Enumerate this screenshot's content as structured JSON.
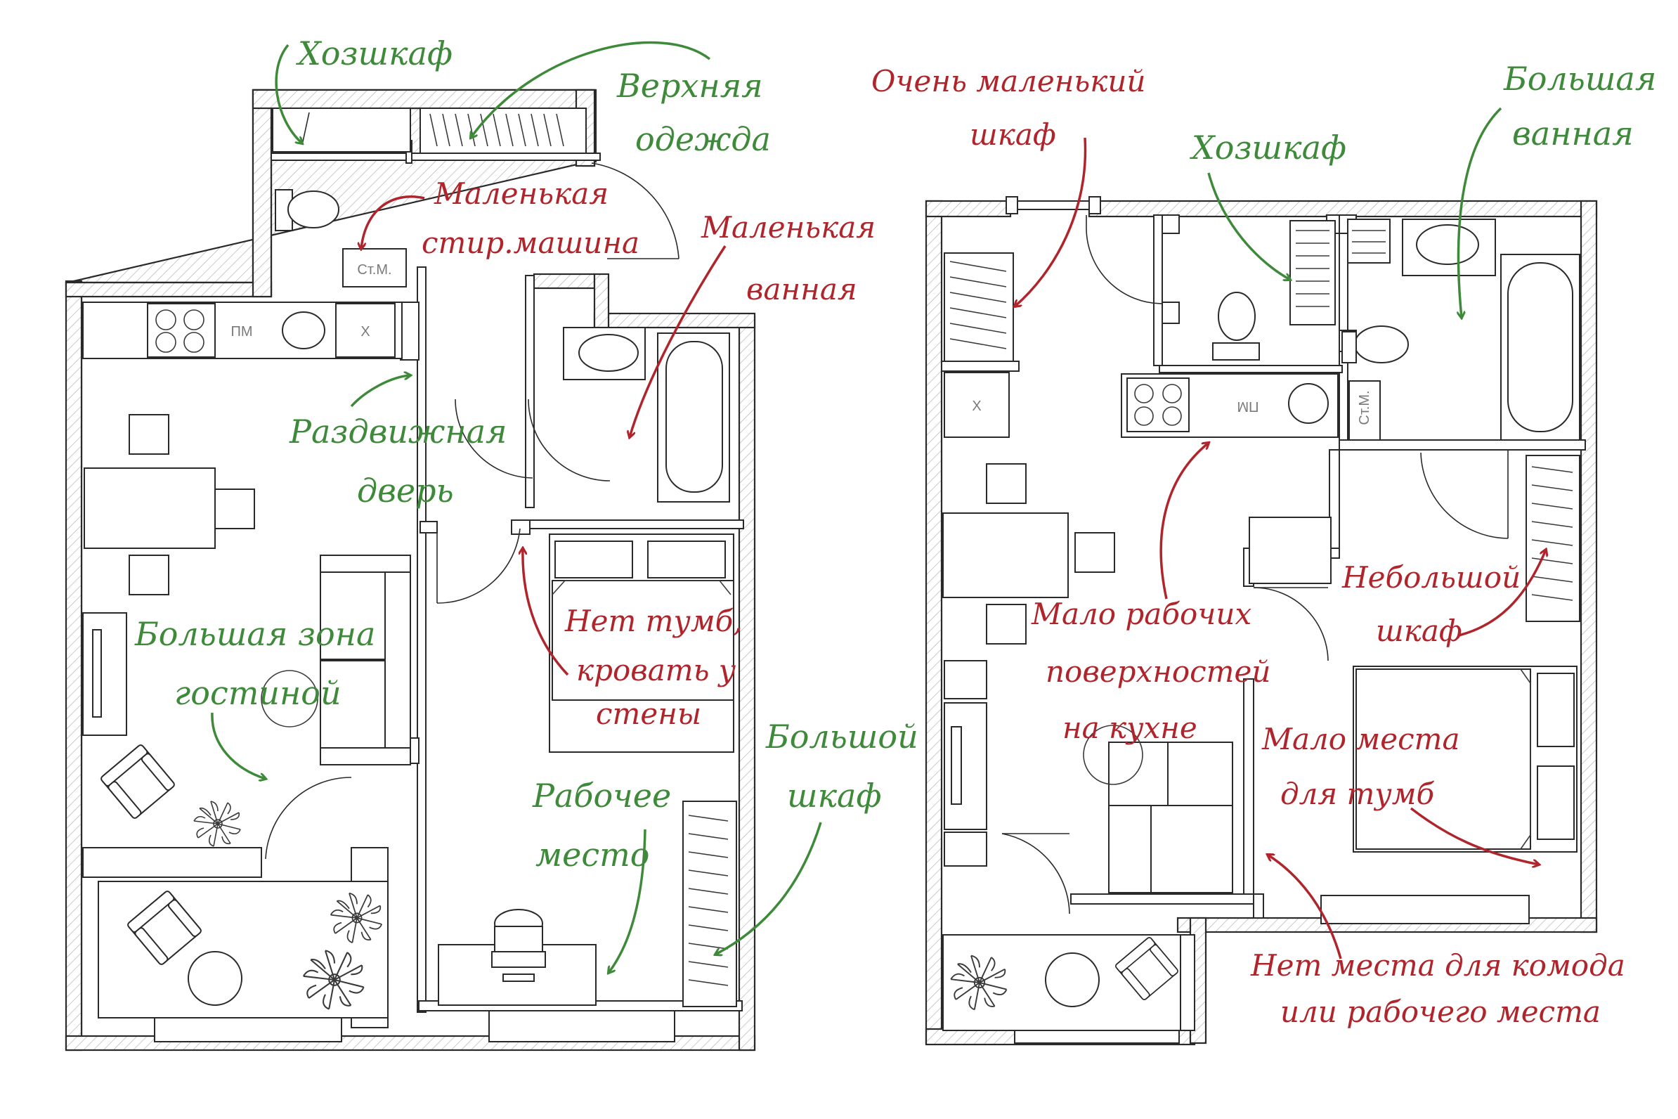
{
  "plan_left": {
    "labels": {
      "washer": "Ст.М.",
      "dishwasher": "ПМ",
      "fridge": "Х"
    },
    "notes": {
      "pantry": "Хозшкаф",
      "outerwear": [
        "Верхняя",
        "одежда"
      ],
      "small_washer": [
        "Маленькая",
        "стир.машина"
      ],
      "small_bath": [
        "Маленькая",
        "ванная"
      ],
      "sliding_door": [
        "Раздвижная",
        "дверь"
      ],
      "living_zone": [
        "Большая зона",
        "гостиной"
      ],
      "no_nightstands": [
        "Нет тумб,",
        "кровать у",
        "стены"
      ],
      "big_wardrobe": [
        "Большой",
        "шкаф"
      ],
      "workplace": [
        "Рабочее",
        "место"
      ]
    }
  },
  "plan_right": {
    "labels": {
      "fridge": "Х",
      "dishwasher": "ПМ",
      "washer": "Ст.М."
    },
    "notes": {
      "tiny_wardrobe": [
        "Очень маленький",
        "шкаф"
      ],
      "pantry": "Хозшкаф",
      "big_bath": [
        "Большая",
        "ванная"
      ],
      "few_surfaces": [
        "Мало рабочих",
        "поверхностей",
        "на кухне"
      ],
      "small_wardrobe": [
        "Небольшой",
        "шкаф"
      ],
      "no_room_nightstands": [
        "Мало места",
        "для тумб"
      ],
      "no_room_dresser": [
        "Нет места для комода",
        "или рабочего места"
      ]
    }
  },
  "colors": {
    "positive": "#3e8a3a",
    "negative": "#b0242b",
    "walls": "#2a2a2a"
  }
}
